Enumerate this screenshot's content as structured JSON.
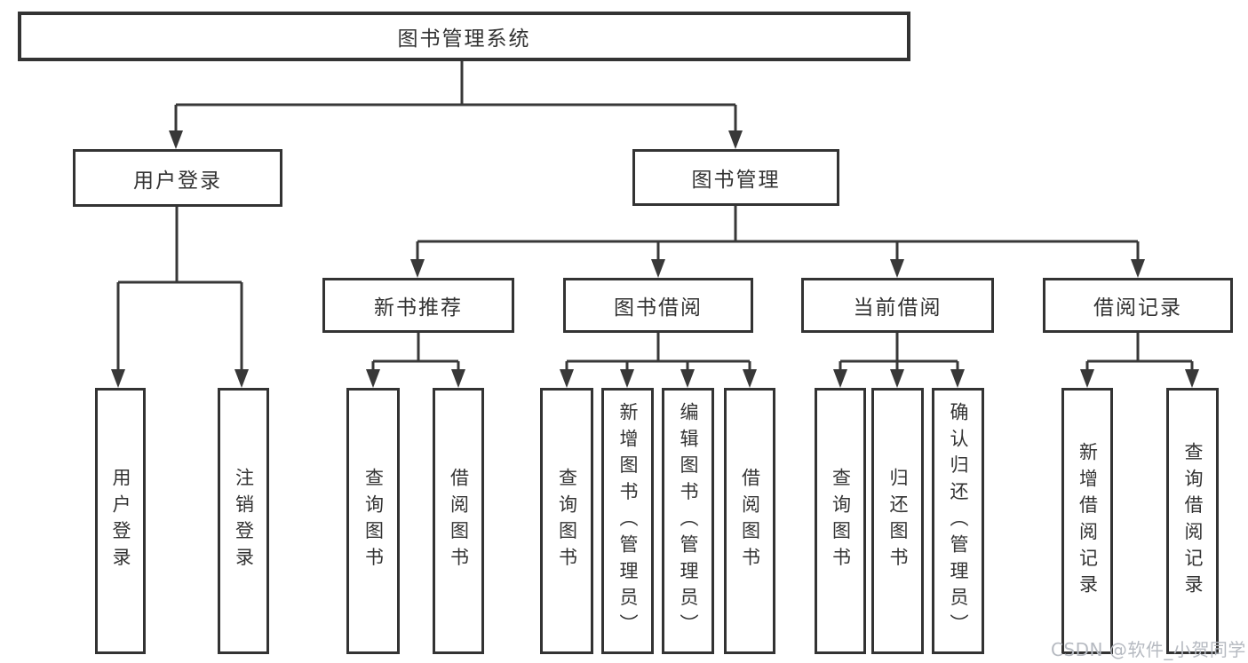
{
  "diagram": {
    "root": {
      "label": "图书管理系统"
    },
    "level2": [
      {
        "label": "用户登录"
      },
      {
        "label": "图书管理"
      }
    ],
    "level3": [
      {
        "label": "新书推荐"
      },
      {
        "label": "图书借阅"
      },
      {
        "label": "当前借阅"
      },
      {
        "label": "借阅记录"
      }
    ],
    "leaves": {
      "user_login": [
        {
          "label": "用户登录"
        },
        {
          "label": "注销登录"
        }
      ],
      "new_book": [
        {
          "label": "查询图书"
        },
        {
          "label": "借阅图书"
        }
      ],
      "book_borrow": [
        {
          "label": "查询图书"
        },
        {
          "label": "新增图书（管理员）"
        },
        {
          "label": "编辑图书（管理员）"
        },
        {
          "label": "借阅图书"
        }
      ],
      "current_borrow": [
        {
          "label": "查询图书"
        },
        {
          "label": "归还图书"
        },
        {
          "label": "确认归还（管理员）"
        }
      ],
      "borrow_records": [
        {
          "label": "新增借阅记录"
        },
        {
          "label": "查询借阅记录"
        }
      ]
    },
    "watermark": "CSDN @软件_小贺同学",
    "colors": {
      "line": "#383838",
      "text": "#333333",
      "watermark": "#b6bac1",
      "background": "#ffffff"
    }
  }
}
